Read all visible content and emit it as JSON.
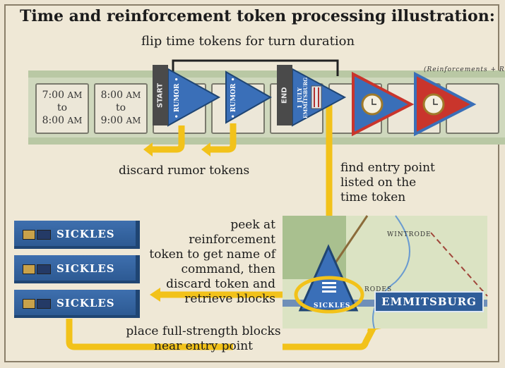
{
  "title": "Time and reinforcement token processing illustration",
  "title_colon": ":",
  "captions": {
    "flip": "flip time tokens for turn duration",
    "discard_rumor": "discard rumor tokens",
    "find_entry_1": "find entry point",
    "find_entry_2": "listed on the",
    "find_entry_3": "time token",
    "peek_1": "peek at reinforcement",
    "peek_2": "token to get name of",
    "peek_3": "command, then",
    "peek_4": "discard token and",
    "peek_5": "retrieve blocks",
    "place_1": "place full-strength blocks",
    "place_2": "near entry point"
  },
  "track_note": "(Reinforcements + R",
  "slots": [
    {
      "top": "7:00",
      "top_ampm": "AM",
      "mid": "to",
      "bottom": "8:00",
      "bottom_ampm": "AM"
    },
    {
      "top": "8:00",
      "top_ampm": "AM",
      "mid": "to",
      "bottom": "9:00",
      "bottom_ampm": "AM"
    }
  ],
  "tokens": {
    "start_tab": "START",
    "end_tab": "END",
    "rumor1": "• RUMOR •",
    "rumor2": "• RUMOR •",
    "reinf_date": "1 JULY",
    "reinf_place": "EMMITSBURG"
  },
  "units": [
    {
      "name": "SICKLES"
    },
    {
      "name": "SICKLES"
    },
    {
      "name": "SICKLES"
    }
  ],
  "map": {
    "wintrode": "WINTRODE",
    "rodes": "RODES",
    "token_name": "SICKLES",
    "town": "EMMITSBURG"
  },
  "colors": {
    "arrow": "#f2c21a",
    "token_blue": "#3a6fb8",
    "token_red": "#c9352c",
    "tab_gray": "#4a4a4a"
  }
}
